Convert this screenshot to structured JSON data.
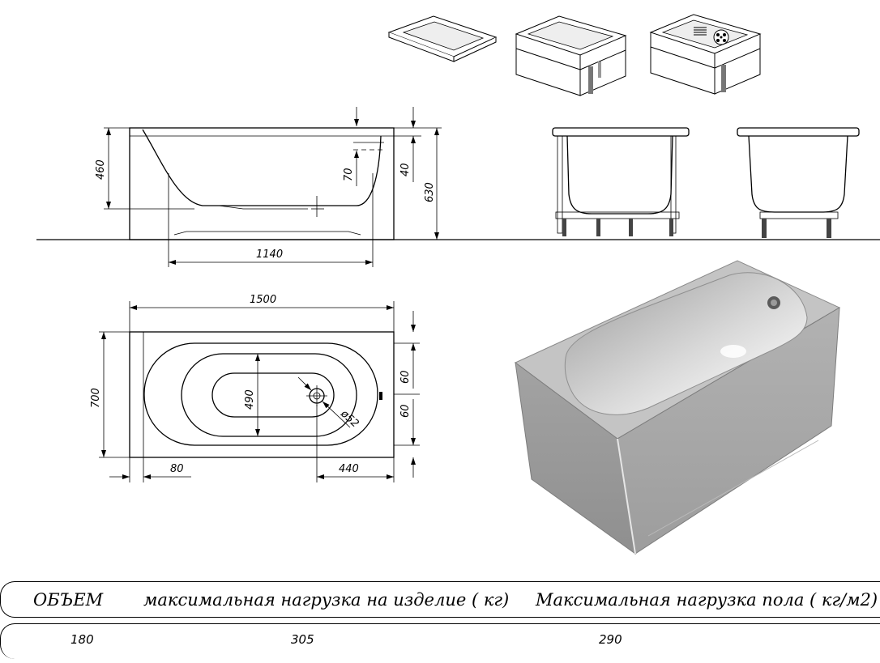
{
  "dimensions": {
    "height_bath": "460",
    "overflow": "70",
    "rim": "40",
    "height_total": "630",
    "bottom_length": "1140",
    "length": "1500",
    "width": "700",
    "inner_width": "490",
    "drain_diameter": "ø52",
    "side_60_top": "60",
    "side_60_bottom": "60",
    "edge_80": "80",
    "drain_offset": "440"
  },
  "table": {
    "headers": [
      "ОБЪЕМ",
      "максимальная нагрузка на изделие ( кг)",
      "Максимальная нагрузка пола ( кг/м2)"
    ],
    "values": [
      "180",
      "305",
      "290"
    ]
  },
  "colors": {
    "line": "#000000",
    "bath_gray_light": "#cfcfcf",
    "bath_gray_mid": "#a9a9a9",
    "bath_gray_dark": "#8c8c8c"
  }
}
